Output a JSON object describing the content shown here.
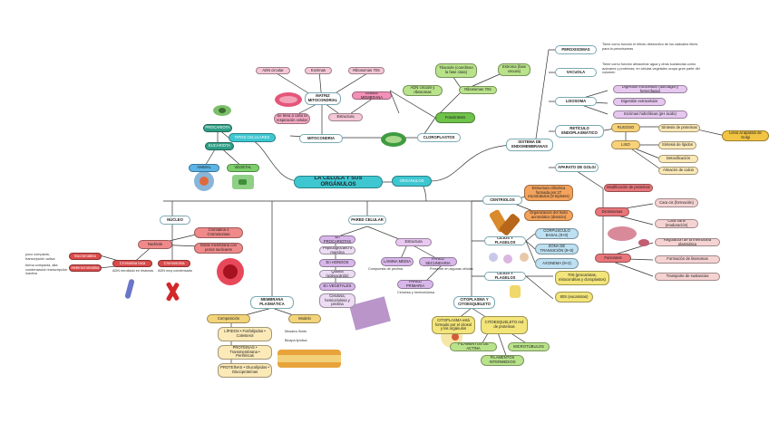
{
  "title": "LA CÉLULA Y SUS ORGÁNULOS",
  "nodes": [
    {
      "id": "title",
      "text": "LA CÉLULA Y SUS ORGÁNULOS",
      "bg": "#3ec7d1",
      "role": "title"
    },
    {
      "id": "organulos",
      "text": "ORGÁNULOS",
      "bg": "#3ec7d1"
    },
    {
      "id": "tipos",
      "text": "TIPOS CELULARES",
      "bg": "#3ec7d1"
    },
    {
      "id": "procariota",
      "text": "PROCARIOTA",
      "bg": "#2f9e86"
    },
    {
      "id": "eucariota",
      "text": "EUCARIOTA",
      "bg": "#2f9e86"
    },
    {
      "id": "animal",
      "text": "ANIMAL",
      "bg": "#5bb4e5"
    },
    {
      "id": "vegetal",
      "text": "VEGETAL",
      "bg": "#7ccf6a"
    },
    {
      "id": "mitocondria",
      "text": "MITOCONDRIA",
      "bg": "#ffffff"
    },
    {
      "id": "adn_circular",
      "text": "ADN circular",
      "bg": "#f5c7d6"
    },
    {
      "id": "enzimas",
      "text": "Enzimas",
      "bg": "#f5c7d6"
    },
    {
      "id": "ribosomas70",
      "text": "Ribosomas 70S",
      "bg": "#f5c7d6"
    },
    {
      "id": "doble_mem",
      "text": "DOBLE MEMBRANA",
      "bg": "#f291b8"
    },
    {
      "id": "matriz",
      "text": "MATRIZ MITOCONDRIAL",
      "bg": "#ffffff"
    },
    {
      "id": "resp",
      "text": "Se lleva a cabo la respiración celular",
      "bg": "#f5a9c4"
    },
    {
      "id": "estroma_m",
      "text": "Estructura",
      "bg": "#f5c7d6"
    },
    {
      "id": "cloroplasto",
      "text": "CLOROPLASTOS",
      "bg": "#ffffff"
    },
    {
      "id": "tilacoide",
      "text": "Tilacoide (coordinan la fase clara)",
      "bg": "#b9e38a"
    },
    {
      "id": "estroma",
      "text": "Estroma (fase oscura)",
      "bg": "#b9e38a"
    },
    {
      "id": "adn_cir_c",
      "text": "ADN circular y ribosomas",
      "bg": "#b9e38a"
    },
    {
      "id": "rib70_c",
      "text": "Ribosomas 70S",
      "bg": "#b9e38a"
    },
    {
      "id": "fotosint",
      "text": "Fotosíntesis",
      "bg": "#6fc34a"
    },
    {
      "id": "sist_endo",
      "text": "SISTEMA DE ENDOMEMBRANAS",
      "bg": "#ffffff"
    },
    {
      "id": "peroxisomas",
      "text": "PEROXISOMAS",
      "bg": "#ffffff"
    },
    {
      "id": "vacuola",
      "text": "VACUOLA",
      "bg": "#ffffff"
    },
    {
      "id": "lisosoma",
      "text": "LISOSOMA",
      "bg": "#ffffff"
    },
    {
      "id": "dig_int",
      "text": "Digestión intracelular (autofagia y heterofagia)",
      "bg": "#e6c7ef"
    },
    {
      "id": "dig_ext",
      "text": "Digestión extracelular",
      "bg": "#e6c7ef"
    },
    {
      "id": "enzimas_lis",
      "text": "Enzimas hidrolíticas (pH ácido)",
      "bg": "#e6c7ef"
    },
    {
      "id": "reticulo",
      "text": "RETÍCULO ENDOPLASMÁTICO",
      "bg": "#ffffff"
    },
    {
      "id": "rugoso",
      "text": "RUGOSO",
      "bg": "#f8d27a"
    },
    {
      "id": "liso",
      "text": "LISO",
      "bg": "#f8d27a"
    },
    {
      "id": "sint_prot",
      "text": "Síntesis de proteínas",
      "bg": "#fbe9b7"
    },
    {
      "id": "lleva_golgi",
      "text": "Lleva al aparato de Golgi",
      "bg": "#f2c443"
    },
    {
      "id": "sint_lip",
      "text": "Síntesis de lípidos",
      "bg": "#fbe9b7"
    },
    {
      "id": "detox",
      "text": "Detoxificación",
      "bg": "#fbe9b7"
    },
    {
      "id": "calcio",
      "text": "Almacén de calcio",
      "bg": "#fbe9b7"
    },
    {
      "id": "golgi",
      "text": "APARATO DE GOLGI",
      "bg": "#ffffff"
    },
    {
      "id": "golgi_func",
      "text": "Modificación de proteínas",
      "bg": "#e8767a"
    },
    {
      "id": "dictio",
      "text": "Dictiosomas",
      "bg": "#e8767a"
    },
    {
      "id": "cis",
      "text": "Cara cis (formación)",
      "bg": "#f6d3d3"
    },
    {
      "id": "trans",
      "text": "Cara trans (maduración)",
      "bg": "#f6d3d3"
    },
    {
      "id": "funciones",
      "text": "Funciones",
      "bg": "#e8767a"
    },
    {
      "id": "f1",
      "text": "Regulación de la membrana plasmática",
      "bg": "#f6d3d3"
    },
    {
      "id": "f2",
      "text": "Formación de lisosomas",
      "bg": "#f6d3d3"
    },
    {
      "id": "f3",
      "text": "Transporte de sustancias",
      "bg": "#f6d3d3"
    },
    {
      "id": "centriolos",
      "text": "CENTRIOLOS",
      "bg": "#ffffff"
    },
    {
      "id": "cent_form",
      "text": "Estructura cilíndrica formada por 27 microtúbulos (9 tripletes)",
      "bg": "#f4a35c"
    },
    {
      "id": "cent_func",
      "text": "Organización del huso acromático (división)",
      "bg": "#f4a35c"
    },
    {
      "id": "cilios",
      "text": "CILIOS Y FLAGELOS",
      "bg": "#ffffff"
    },
    {
      "id": "corp_basal",
      "text": "CORPÚSCULO BASAL (9+0)",
      "bg": "#bde0f2"
    },
    {
      "id": "zona_trans",
      "text": "ZONA DE TRANSICIÓN (9+0)",
      "bg": "#bde0f2"
    },
    {
      "id": "axonema",
      "text": "AXONEMA (9+2)",
      "bg": "#bde0f2"
    },
    {
      "id": "ribosomas",
      "text": "CILIOS Y FLAGELOS",
      "bg": "#ffffff"
    },
    {
      "id": "r70",
      "text": "70S (procariotas, mitocondrias y cloroplastos)",
      "bg": "#f3e57a"
    },
    {
      "id": "r80",
      "text": "80S (eucariotas)",
      "bg": "#f3e57a"
    },
    {
      "id": "nucleo",
      "text": "NÚCLEO",
      "bg": "#ffffff"
    },
    {
      "id": "cromatina",
      "text": "Cromatina o Cromosomas",
      "bg": "#f08a8a"
    },
    {
      "id": "env_nuc",
      "text": "Doble membrana con poros nucleares",
      "bg": "#f08a8a"
    },
    {
      "id": "nucleolo",
      "text": "Nucléolo",
      "bg": "#f08a8a"
    },
    {
      "id": "eucromatina",
      "text": "Eucromatina",
      "bg": "#d94a4a"
    },
    {
      "id": "heterocrom",
      "text": "Heterocromatina",
      "bg": "#d94a4a"
    },
    {
      "id": "cromatina2",
      "text": "Cromatina laxa",
      "bg": "#d94a4a"
    },
    {
      "id": "cromosoma",
      "text": "Cromosoma",
      "bg": "#d94a4a"
    },
    {
      "id": "pared",
      "text": "PARED CELULAR",
      "bg": "#ffffff"
    },
    {
      "id": "procariotas_p",
      "text": "En PROCARIOTAS",
      "bg": "#d9b7ea"
    },
    {
      "id": "pepti",
      "text": "Peptidoglucano o mureína",
      "bg": "#eddcf4"
    },
    {
      "id": "hongos",
      "text": "En HONGOS",
      "bg": "#d9b7ea"
    },
    {
      "id": "quitina",
      "text": "Quitina (polisacárido)",
      "bg": "#eddcf4"
    },
    {
      "id": "vegetales",
      "text": "En VEGETALES",
      "bg": "#d9b7ea"
    },
    {
      "id": "celulosa",
      "text": "Celulosa, hemicelulosa y pectina",
      "bg": "#eddcf4"
    },
    {
      "id": "estructura",
      "text": "Estructura",
      "bg": "#e8c8f0"
    },
    {
      "id": "laminamedia",
      "text": "LÁMINA MEDIA",
      "bg": "#d9b7ea"
    },
    {
      "id": "secundaria",
      "text": "PARED SECUNDARIA",
      "bg": "#d9b7ea"
    },
    {
      "id": "primaria",
      "text": "PARED PRIMARIA",
      "bg": "#d9b7ea"
    },
    {
      "id": "membrana",
      "text": "MEMBRANA PLASMÁTICA",
      "bg": "#ffffff"
    },
    {
      "id": "composicion",
      "text": "Composición",
      "bg": "#f3d47a"
    },
    {
      "id": "modelo",
      "text": "Modelo",
      "bg": "#f3d47a"
    },
    {
      "id": "lipidos",
      "text": "LÍPIDOS • Fosfolípidos • Colesterol",
      "bg": "#fbe9b7"
    },
    {
      "id": "proteinas",
      "text": "PROTEÍNAS • Transmembrana • Periféricas",
      "bg": "#fbe9b7"
    },
    {
      "id": "proteinas2",
      "text": "PROTEÍNAS • Glucolípidos • Glucoproteínas",
      "bg": "#fbe9b7"
    },
    {
      "id": "citoplasma",
      "text": "CITOPLASMA Y CITOESQUELETO",
      "bg": "#ffffff"
    },
    {
      "id": "citosol",
      "text": "CITOPLASMA está formado por el citosol y los orgánulos",
      "bg": "#f3e57a"
    },
    {
      "id": "citoesq",
      "text": "CITOESQUELETO red de proteínas",
      "bg": "#f3e57a"
    },
    {
      "id": "actina",
      "text": "FILAMENTOS DE ACTINA",
      "bg": "#b9e38a"
    },
    {
      "id": "microtub",
      "text": "MICROTÚBULOS",
      "bg": "#b9e38a"
    },
    {
      "id": "intermedios",
      "text": "FILAMENTOS INTERMEDIOS",
      "bg": "#b9e38a"
    }
  ],
  "notes": [
    {
      "id": "n_perox",
      "text": "Tiene como función el efecto destructivo de los radicales libres para la peroxisomas"
    },
    {
      "id": "n_vacuola",
      "text": "Tiene como función almacenar agua y otras sustancias como azúcares y proteínas; en células vegetales ocupa gran parte del volumen"
    },
    {
      "id": "n_procar",
      "text": "poco compacta, transcripción activa"
    },
    {
      "id": "n_eucar",
      "text": "forma compacta, alta condensación transcripción inactiva"
    },
    {
      "id": "n_adn",
      "text": "ADN enrollado en histonas"
    },
    {
      "id": "n_crom",
      "text": "ADN muy condensado"
    },
    {
      "id": "n_lamina",
      "text": "Compuesta de pectina"
    },
    {
      "id": "n_secund",
      "text": "Presente en algunas células"
    },
    {
      "id": "n_primaria",
      "text": "Celulosa y hemicelulosa"
    },
    {
      "id": "n_modelo1",
      "text": "Mosaico fluido"
    },
    {
      "id": "n_modelo2",
      "text": "Bicapa lipídica"
    }
  ]
}
